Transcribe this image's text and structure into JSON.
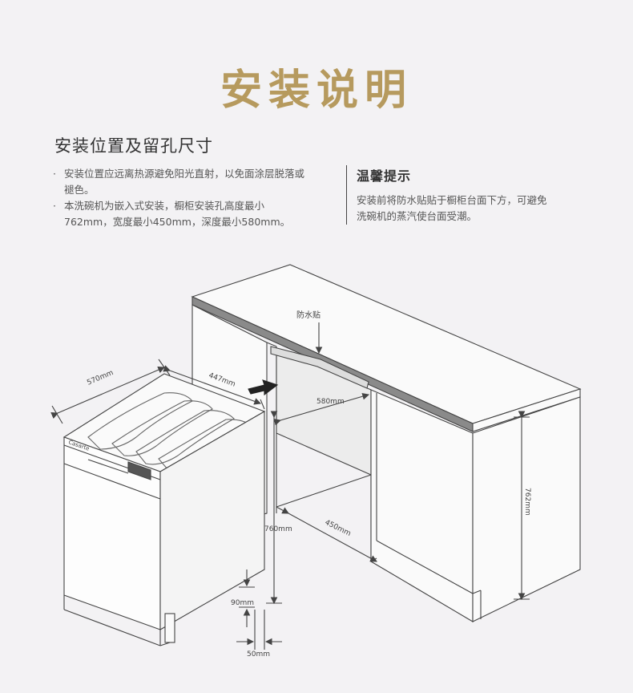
{
  "title": "安装说明",
  "section_title": "安装位置及留孔尺寸",
  "bullets": [
    "安装位置应远离热源避免阳光直射，以免面涂层脱落或褪色。",
    "本洗碗机为嵌入式安装，橱柜安装孔高度最小762mm，宽度最小450mm，深度最小580mm。"
  ],
  "tip": {
    "title": "温馨提示",
    "body": "安装前将防水贴贴于橱柜台面下方，可避免洗碗机的蒸汽使台面受潮。"
  },
  "diagram": {
    "label_waterproof": "防水贴",
    "brand": "Casarte",
    "dim_570": "570mm",
    "dim_447": "447mm",
    "dim_580": "580mm",
    "dim_760": "760mm",
    "dim_450": "450mm",
    "dim_762": "762mm",
    "dim_90": "90mm",
    "dim_50": "50mm"
  }
}
